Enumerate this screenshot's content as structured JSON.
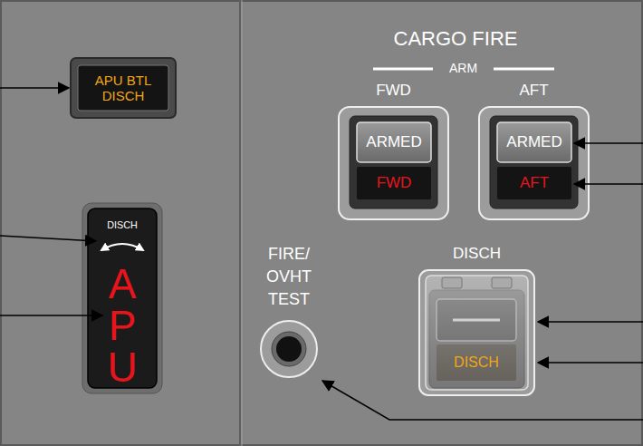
{
  "diagram": {
    "nodes": [
      {
        "text": [
          "APU BTL DISCH"
        ]
      },
      {
        "text": [
          "DISCH",
          "APU"
        ]
      },
      {
        "text": [
          "FWD"
        ]
      },
      {
        "text": [
          "ARMED"
        ],
        "in": 2
      },
      {
        "text": [
          "FWD"
        ],
        "in": 2
      },
      {
        "text": [
          "AFT"
        ]
      },
      {
        "text": [
          "ARMED"
        ],
        "in": 5
      },
      {
        "text": [
          "AFT"
        ],
        "in": 5
      },
      {
        "text": [
          "DISCH"
        ]
      },
      {
        "text": [
          "DISCH"
        ],
        "in": 8
      },
      {
        "text": [
          "FIRE/ OVHT TEST"
        ]
      }
    ],
    "labels": [
      "CARGO FIRE",
      "ARM"
    ]
  }
}
